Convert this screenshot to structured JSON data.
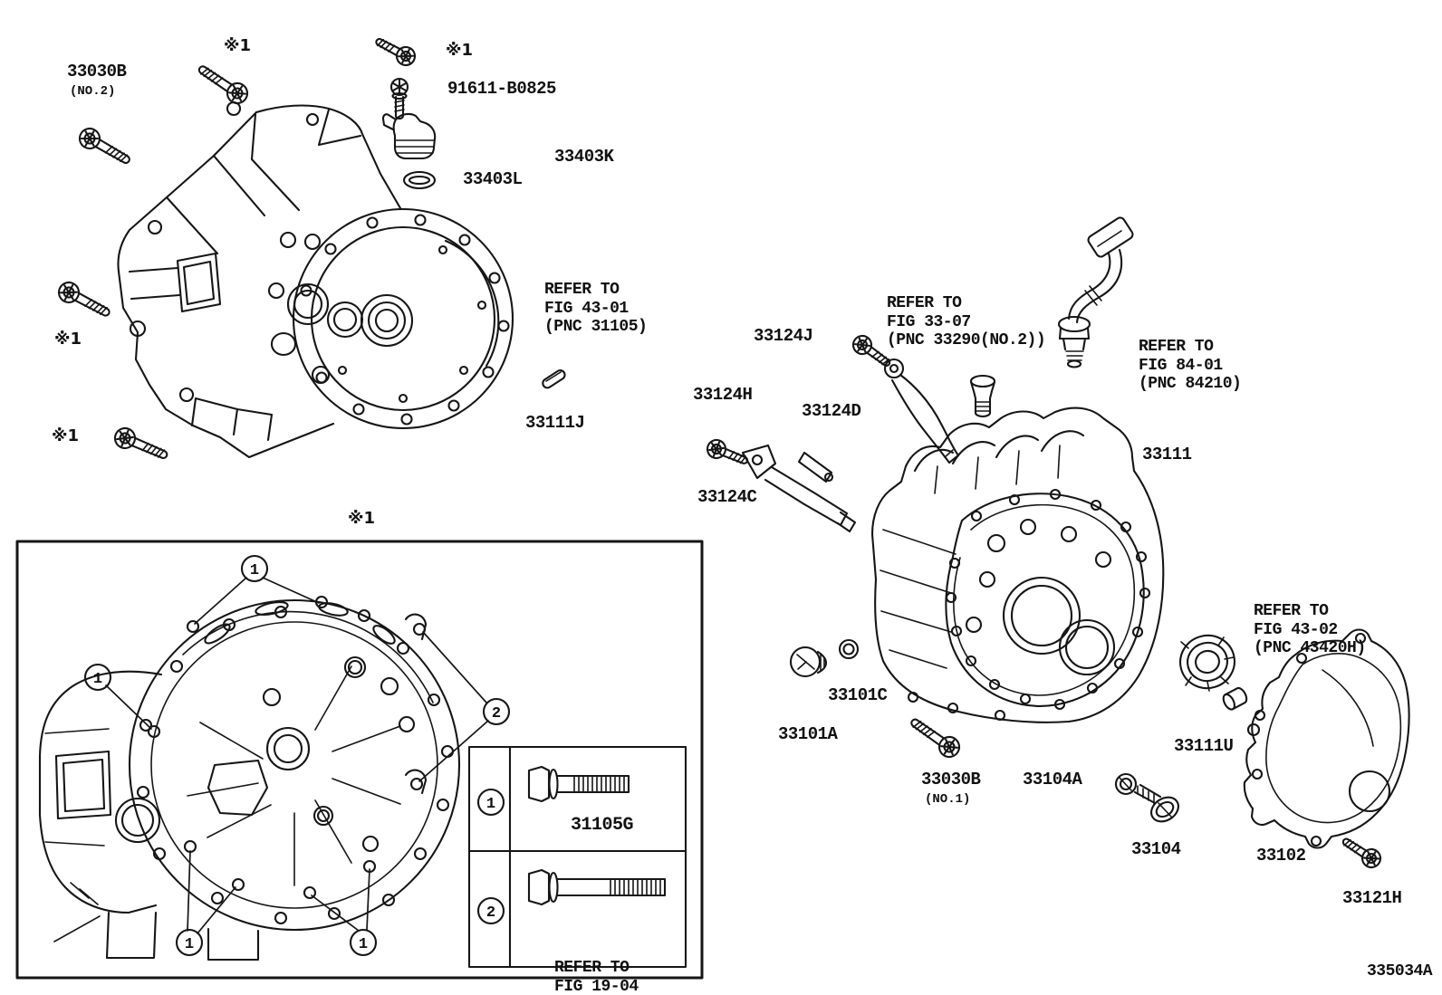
{
  "figure": {
    "code": "335034A",
    "marker": "※1"
  },
  "parts": {
    "p33030B": "33030B",
    "no2": "(NO.2)",
    "no1": "(NO.1)",
    "p91611": "91611-B0825",
    "p33403K": "33403K",
    "p33403L": "33403L",
    "p33111J": "33111J",
    "p33111": "33111",
    "p33124J": "33124J",
    "p33124H": "33124H",
    "p33124D": "33124D",
    "p33124C": "33124C",
    "p33101C": "33101C",
    "p33101A": "33101A",
    "p33104A": "33104A",
    "p33104": "33104",
    "p33111U": "33111U",
    "p33102": "33102",
    "p33121H": "33121H",
    "p31105G": "31105G"
  },
  "references": {
    "fig4301": [
      "REFER TO",
      "FIG 43-01",
      "(PNC 31105)"
    ],
    "fig3307": [
      "REFER TO",
      "FIG 33-07",
      "(PNC 33290(NO.2))"
    ],
    "fig8401": [
      "REFER TO",
      "FIG 84-01",
      "(PNC 84210)"
    ],
    "fig4302": [
      "REFER TO",
      "FIG 43-02",
      "(PNC 43420H)"
    ],
    "fig1904": [
      "REFER TO",
      "FIG 19-04"
    ]
  },
  "callouts": {
    "c1": "1",
    "c2": "2"
  }
}
